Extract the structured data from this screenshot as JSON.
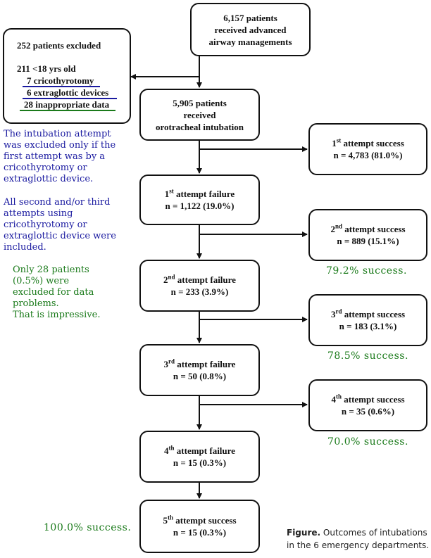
{
  "top_box": {
    "line1": "6,157 patients",
    "line2": "received advanced",
    "line3": "airway managements"
  },
  "excluded_box": {
    "title": "252 patients excluded",
    "items": [
      "211 <18 yrs old",
      "7 cricothyrotomy",
      "6 extraglottic devices",
      "28 inappropriate data"
    ],
    "underline_colors": [
      "",
      "#1a1aa0",
      "#1a1aa0",
      "#1a7a1a"
    ]
  },
  "intubation_box": {
    "line1": "5,905 patients",
    "line2": "received",
    "line3": "orotracheal intubation"
  },
  "success_boxes": [
    {
      "ord": "1",
      "suf": "st",
      "label": "attempt success",
      "value": "n = 4,783 (81.0%)"
    },
    {
      "ord": "2",
      "suf": "nd",
      "label": "attempt success",
      "value": "n = 889 (15.1%)"
    },
    {
      "ord": "3",
      "suf": "rd",
      "label": "attempt success",
      "value": "n = 183 (3.1%)"
    },
    {
      "ord": "4",
      "suf": "th",
      "label": "attempt success",
      "value": "n = 35 (0.6%)"
    },
    {
      "ord": "5",
      "suf": "th",
      "label": "attempt success",
      "value": "n = 15 (0.3%)"
    }
  ],
  "failure_boxes": [
    {
      "ord": "1",
      "suf": "st",
      "label": "attempt failure",
      "value": "n = 1,122 (19.0%)"
    },
    {
      "ord": "2",
      "suf": "nd",
      "label": "attempt failure",
      "value": "n = 233 (3.9%)"
    },
    {
      "ord": "3",
      "suf": "rd",
      "label": "attempt failure",
      "value": "n = 50 (0.8%)"
    },
    {
      "ord": "4",
      "suf": "th",
      "label": "attempt failure",
      "value": "n = 15 (0.3%)"
    }
  ],
  "notes": {
    "blue1": [
      "The intubation attempt",
      "was excluded only if the",
      "first attempt was by a",
      "cricothyrotomy or",
      "extraglottic device."
    ],
    "blue2": [
      "All second and/or third",
      "attempts using",
      "cricothyrotomy or",
      "extraglottic device were",
      "included."
    ],
    "green": [
      "Only 28 patients",
      "(0.5%) were",
      "excluded for data",
      "problems.",
      "That is impressive."
    ]
  },
  "success_rates": [
    "79.2% success.",
    "78.5% success.",
    "70.0% success.",
    "100.0% success."
  ],
  "caption": {
    "label": "Figure.",
    "line1": "Outcomes of intubations",
    "line2": "in the 6 emergency departments."
  },
  "colors": {
    "annotation_blue": "#1a1aa0",
    "annotation_green": "#1a7a1a",
    "box_border": "#111111"
  }
}
